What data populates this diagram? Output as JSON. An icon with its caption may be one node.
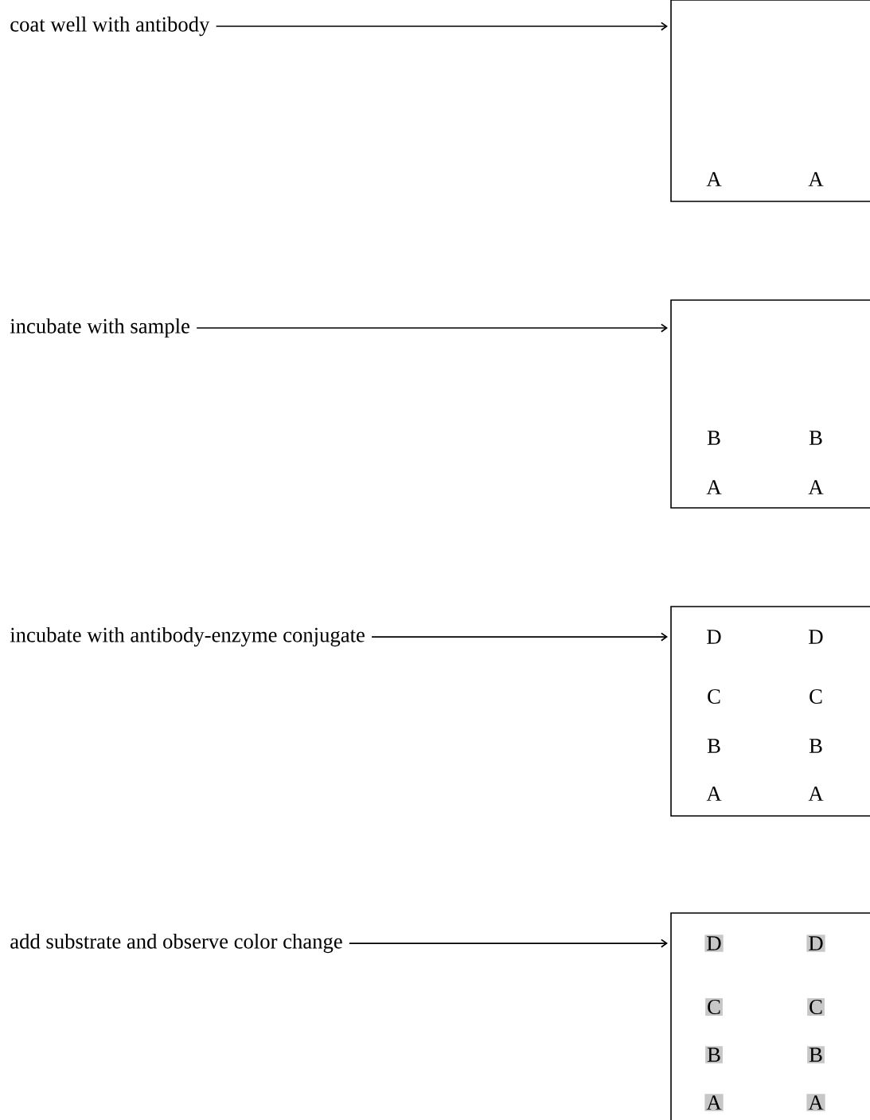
{
  "diagram": {
    "nodes": [
      {
        "text": [
          "coat well with antibody"
        ]
      },
      {
        "text": [
          "A",
          "A"
        ]
      },
      {
        "text": [
          "incubate with sample"
        ]
      },
      {
        "text": [
          "B",
          "B",
          "A",
          "A"
        ]
      },
      {
        "text": [
          "incubate with antibody-enzyme conjugate"
        ]
      },
      {
        "text": [
          "D",
          "D",
          "C",
          "C",
          "B",
          "B",
          "A",
          "A"
        ]
      },
      {
        "text": [
          "add substrate and observe color change"
        ]
      },
      {
        "text": [
          "D",
          "D",
          "C",
          "C",
          "B",
          "B",
          "A",
          "A"
        ]
      }
    ],
    "edges": [
      {
        "from": 0,
        "to": 1,
        "arrow": "to"
      },
      {
        "from": 2,
        "to": 3,
        "arrow": "to"
      },
      {
        "from": 4,
        "to": 5,
        "arrow": "to"
      },
      {
        "from": 6,
        "to": 7,
        "arrow": "to"
      }
    ]
  }
}
